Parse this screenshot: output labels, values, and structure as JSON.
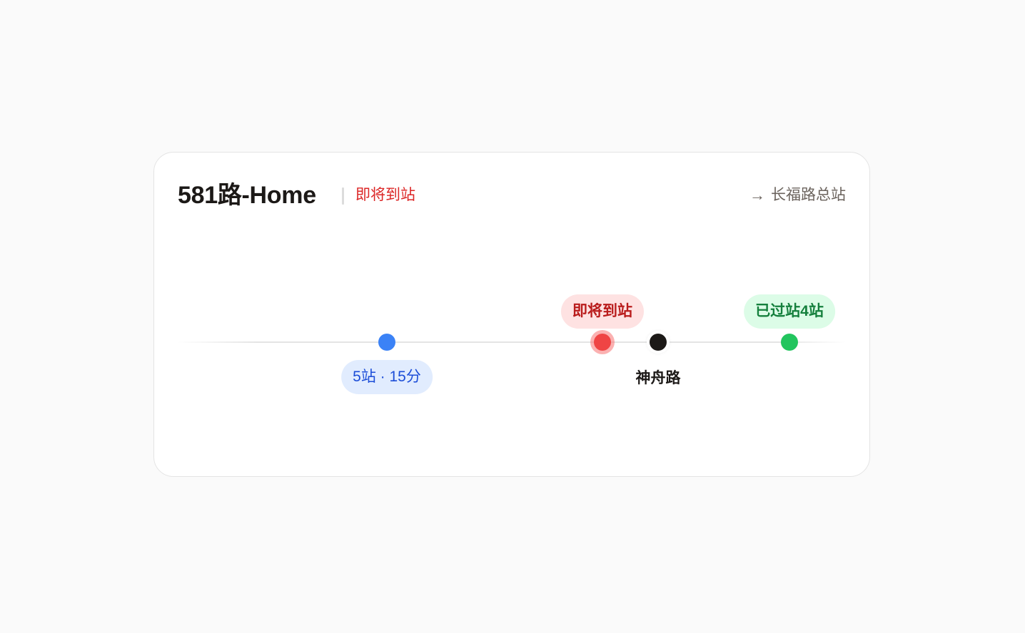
{
  "card": {
    "title": "581路-Home",
    "status": "即将到站",
    "destination": {
      "arrow": "→",
      "label": "长福路总站"
    }
  },
  "timeline": {
    "markers": [
      {
        "kind": "my-bus",
        "color": "#3b82f6",
        "pill": "5站 · 15分",
        "pill_position": "below"
      },
      {
        "kind": "arriving-bus",
        "color": "#ef4444",
        "pill": "即将到站",
        "pill_position": "above"
      },
      {
        "kind": "current-stop",
        "color": "#1c1917",
        "label": "神舟路"
      },
      {
        "kind": "passed-bus",
        "color": "#22c55e",
        "pill": "已过站4站",
        "pill_position": "above"
      }
    ]
  },
  "colors": {
    "page_bg": "#fafafa",
    "card_bg": "#ffffff",
    "status_red": "#dc2626",
    "blue": "#3b82f6",
    "red": "#ef4444",
    "green": "#22c55e",
    "dark": "#1c1917"
  }
}
